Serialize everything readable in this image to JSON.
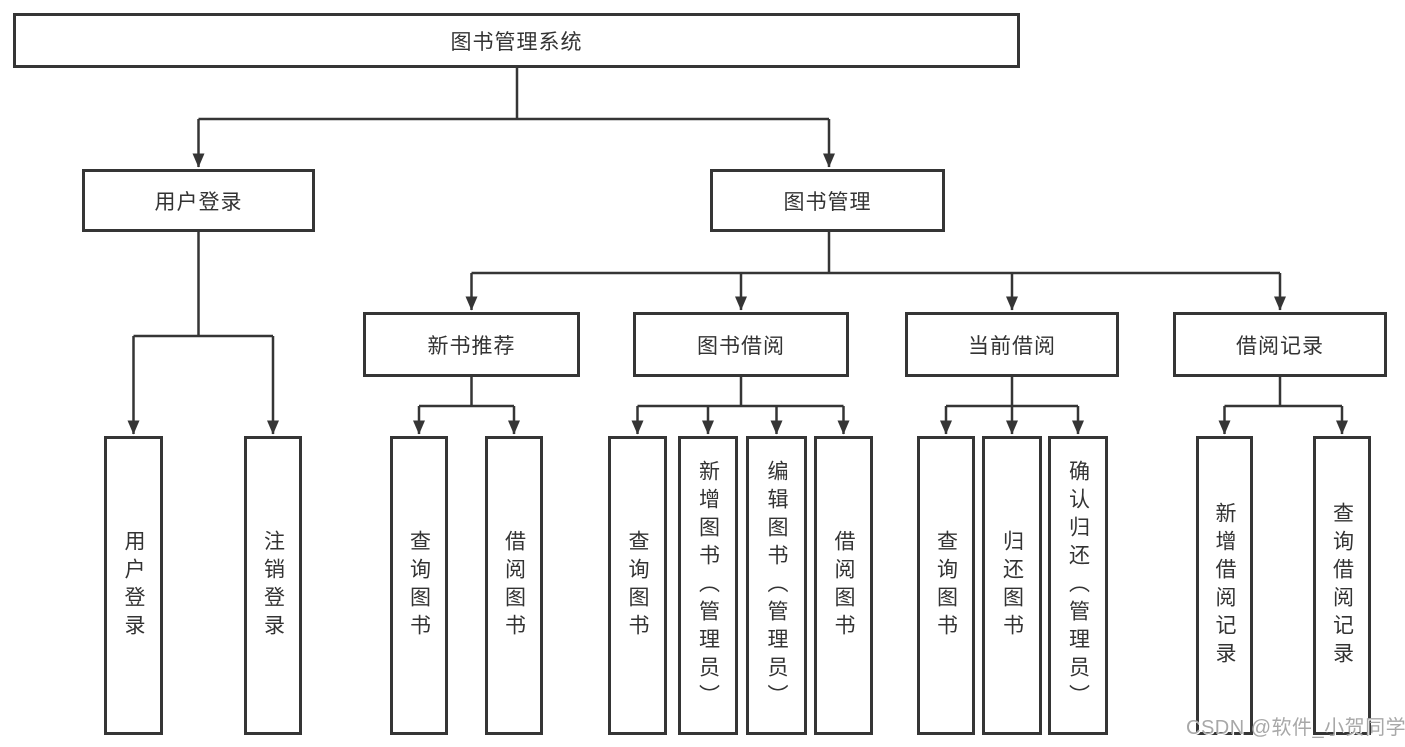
{
  "diagram": {
    "root": {
      "label": "图书管理系统",
      "children": [
        {
          "label": "用户登录",
          "children": [
            {
              "label": "用户登录"
            },
            {
              "label": "注销登录"
            }
          ]
        },
        {
          "label": "图书管理",
          "children": [
            {
              "label": "新书推荐",
              "children": [
                {
                  "label": "查询图书"
                },
                {
                  "label": "借阅图书"
                }
              ]
            },
            {
              "label": "图书借阅",
              "children": [
                {
                  "label": "查询图书"
                },
                {
                  "label": "新增图书（管理员）"
                },
                {
                  "label": "编辑图书（管理员）"
                },
                {
                  "label": "借阅图书"
                }
              ]
            },
            {
              "label": "当前借阅",
              "children": [
                {
                  "label": "查询图书"
                },
                {
                  "label": "归还图书"
                },
                {
                  "label": "确认归还（管理员）"
                }
              ]
            },
            {
              "label": "借阅记录",
              "children": [
                {
                  "label": "新增借阅记录"
                },
                {
                  "label": "查询借阅记录"
                }
              ]
            }
          ]
        }
      ]
    }
  },
  "watermark": {
    "text": "CSDN @软件_小贺同学"
  },
  "colors": {
    "line": "#353535",
    "border": "#353535",
    "text": "#333333",
    "background": "#ffffff",
    "watermark": "#a8a8a8"
  }
}
